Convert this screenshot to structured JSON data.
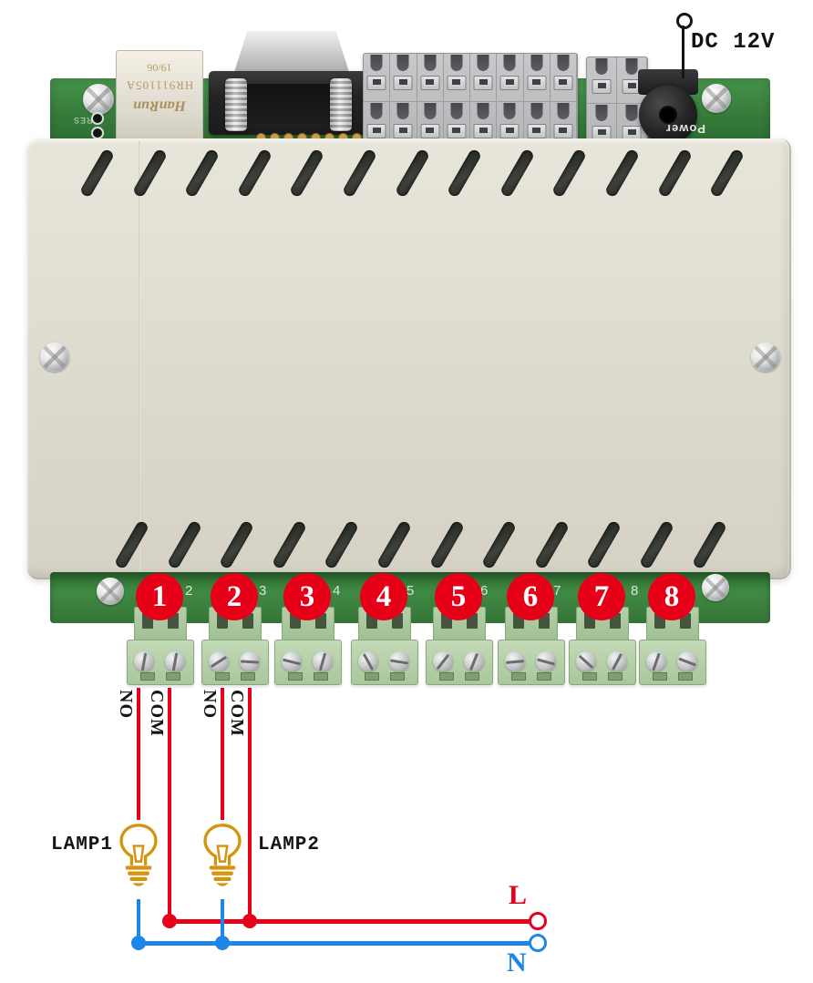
{
  "device": {
    "ethernet_port": {
      "brand": "HanRun",
      "model": "HR911105A",
      "date_code": "19/06"
    },
    "silkscreen": {
      "power_label": "Power",
      "reset_label": "RES"
    },
    "channel_numbers": [
      "1",
      "2",
      "3",
      "4",
      "5",
      "6",
      "7",
      "8"
    ],
    "pcb_printed_digits": [
      "2",
      "3",
      "4",
      "5",
      "6",
      "7",
      "8"
    ]
  },
  "power": {
    "label": "DC 12V"
  },
  "wiring": {
    "relay1_no": "NO",
    "relay1_com": "COM",
    "relay2_no": "NO",
    "relay2_com": "COM",
    "lamp1_label": "LAMP1",
    "lamp2_label": "LAMP2",
    "live_label": "L",
    "neutral_label": "N"
  },
  "colors": {
    "wire_live_red": "#e60019",
    "wire_neutral_blue": "#1d87e8",
    "lamp_gold": "#d4940e",
    "channel_badge_red": "#e60017",
    "pcb_green": "#3f8a42",
    "case_beige": "#dfdcd0"
  }
}
